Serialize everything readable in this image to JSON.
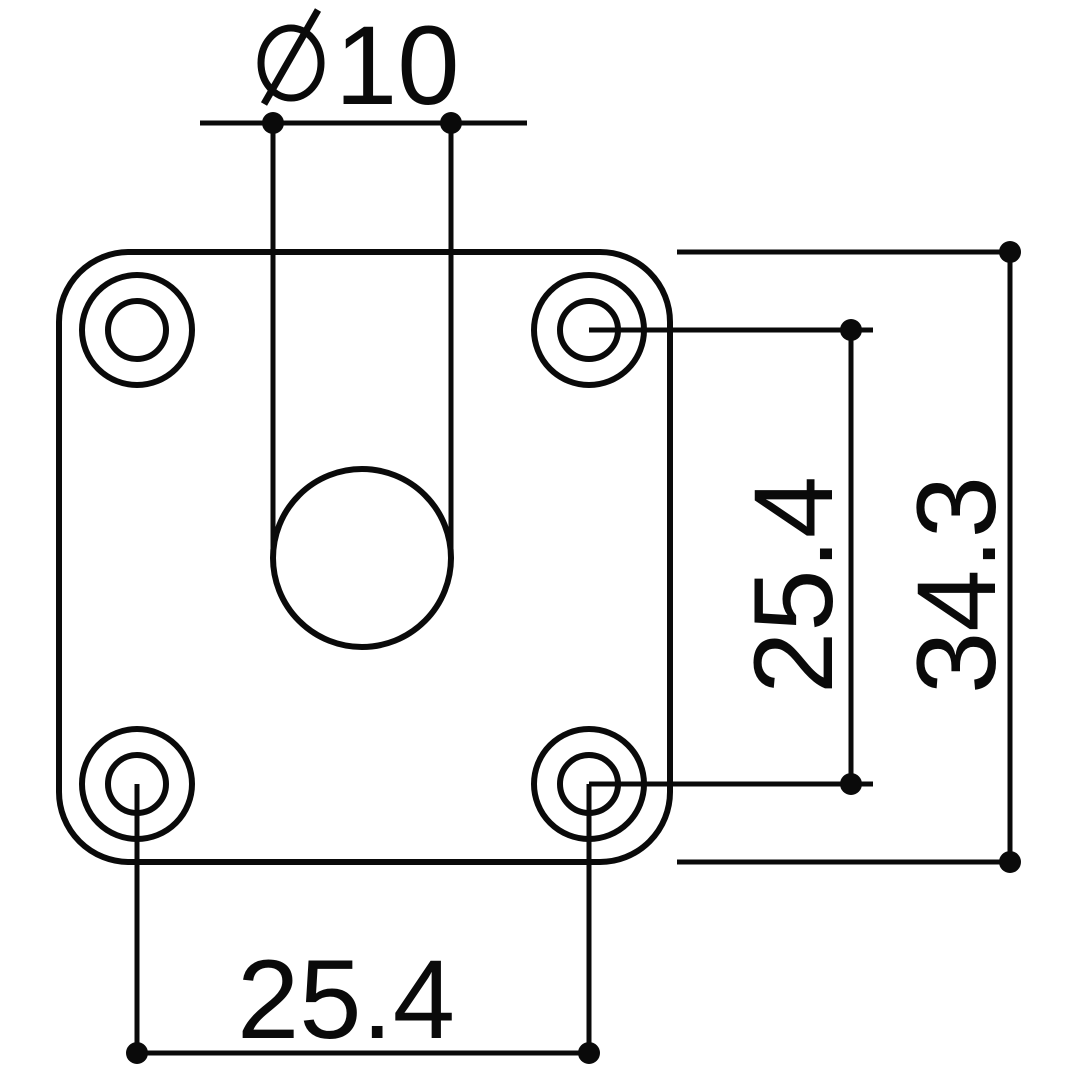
{
  "drawing": {
    "dimensions": {
      "hole_diameter": {
        "symbol": "⌀",
        "value": "10"
      },
      "screw_spacing_vertical": {
        "value": "25.4"
      },
      "overall_size": {
        "value": "34.3"
      },
      "screw_spacing_horizontal": {
        "value": "25.4"
      }
    },
    "colors": {
      "line": "#0a0a0a",
      "background": "#ffffff"
    }
  }
}
